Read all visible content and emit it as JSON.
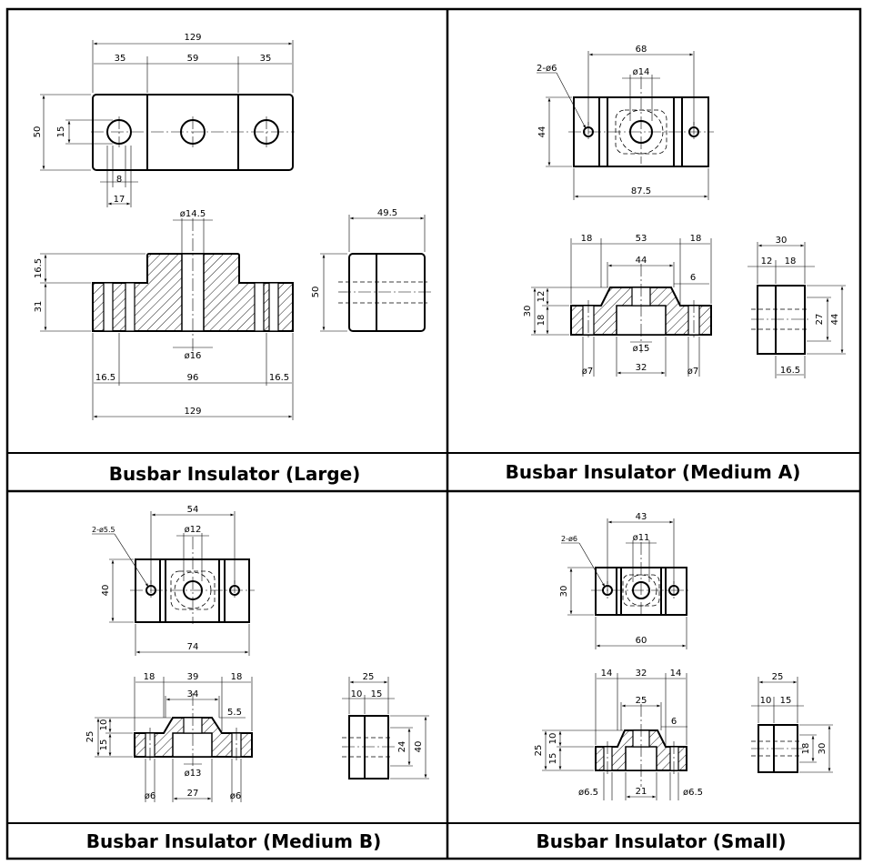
{
  "panels": {
    "large": {
      "caption": "Busbar Insulator (Large)",
      "top_view": {
        "overall": "129",
        "left": "35",
        "middle": "59",
        "right": "35",
        "height": "50",
        "hole_height": "15",
        "hole_dia": "8",
        "hole_offset": "17"
      },
      "section": {
        "bore_top": "ø14.5",
        "bore_bottom": "ø16",
        "boss_height": "16.5",
        "base_height": "31",
        "left": "16.5",
        "middle": "96",
        "right": "16.5",
        "overall": "129"
      },
      "side_view": {
        "width": "49.5",
        "height": "50"
      }
    },
    "medium_a": {
      "caption": "Busbar Insulator (Medium A)",
      "top_view": {
        "hole_callout": "2-ø6",
        "pitch": "68",
        "center_dia": "ø14",
        "height": "44",
        "overall": "87.5"
      },
      "section": {
        "left": "18",
        "middle": "53",
        "right": "18",
        "boss_top": "44",
        "chamfer": "6",
        "boss_height": "12",
        "base_height": "18",
        "total_height": "30",
        "bore": "ø15",
        "hole_left": "ø7",
        "bottom_width": "32",
        "hole_right": "ø7"
      },
      "side_view": {
        "width": "30",
        "w1": "12",
        "w2": "18",
        "inner_height": "27",
        "height": "44",
        "bottom": "16.5"
      }
    },
    "medium_b": {
      "caption": "Busbar Insulator (Medium B)",
      "top_view": {
        "pitch": "54",
        "hole_callout": "2-ø5.5",
        "center_dia": "ø12",
        "height": "40",
        "overall": "74"
      },
      "section": {
        "left": "18",
        "middle": "39",
        "right": "18",
        "boss_top": "34",
        "chamfer": "5.5",
        "total_height": "25",
        "boss_height": "10",
        "base_height": "15",
        "bore": "ø13",
        "hole_left": "ø6",
        "bottom_width": "27",
        "hole_right": "ø6"
      },
      "side_view": {
        "width": "25",
        "w1": "10",
        "w2": "15",
        "inner_height": "24",
        "height": "40"
      }
    },
    "small": {
      "caption": "Busbar Insulator (Small)",
      "top_view": {
        "pitch": "43",
        "hole_callout": "2-ø6",
        "center_dia": "ø11",
        "height": "30",
        "overall": "60"
      },
      "section": {
        "left": "14",
        "middle": "32",
        "right": "14",
        "boss_top": "25",
        "chamfer": "6",
        "total_height": "25",
        "boss_height": "10",
        "base_height": "15",
        "hole_left": "ø6.5",
        "bottom_width": "21",
        "hole_right": "ø6.5"
      },
      "side_view": {
        "width": "25",
        "w1": "10",
        "w2": "15",
        "inner_height": "18",
        "height": "30"
      }
    }
  }
}
